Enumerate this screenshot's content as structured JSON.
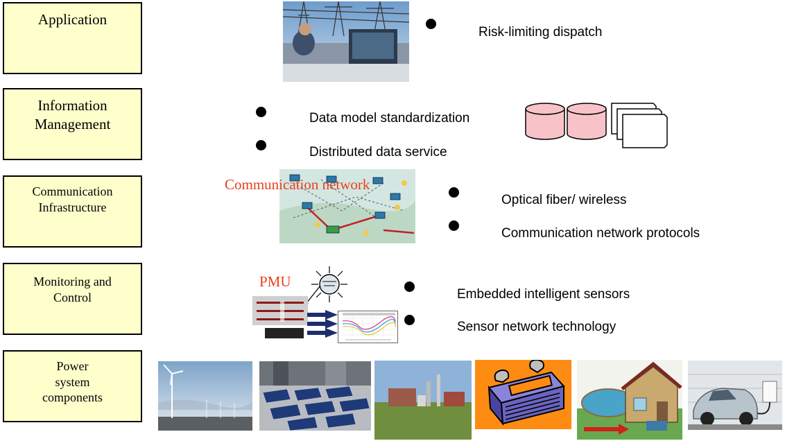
{
  "layers": [
    {
      "id": "application",
      "lines": [
        "Application"
      ]
    },
    {
      "id": "information-management",
      "lines": [
        "Information",
        "Management"
      ]
    },
    {
      "id": "communication-infrastructure",
      "lines": [
        "Communication",
        "Infrastructure"
      ]
    },
    {
      "id": "monitoring-control",
      "lines": [
        "Monitoring and",
        "Control"
      ]
    },
    {
      "id": "power-system-components",
      "lines": [
        "Power",
        "system",
        "components"
      ]
    }
  ],
  "bullets": {
    "application": [
      "Risk-limiting dispatch"
    ],
    "information": [
      "Data model standardization",
      "Distributed data service"
    ],
    "communication": [
      "Optical fiber/ wireless",
      "Communication network protocols"
    ],
    "monitoring": [
      "Embedded intelligent sensors",
      "Sensor network technology"
    ]
  },
  "labels": {
    "communication_network": "Communication network",
    "pmu": "PMU"
  }
}
